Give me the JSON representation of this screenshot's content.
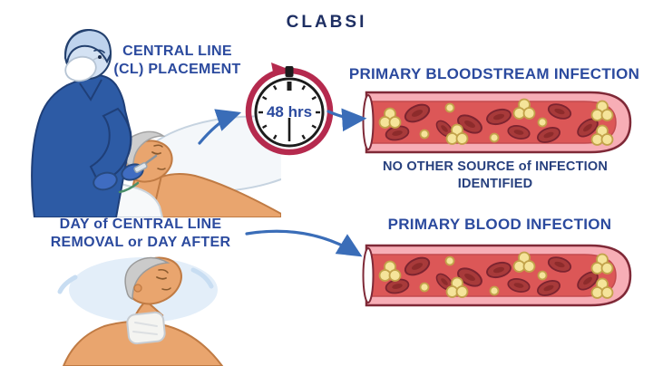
{
  "title": "CLABSI",
  "scene_top": {
    "label_line1": "CENTRAL LINE",
    "label_line2": "(CL) PLACEMENT",
    "illustration_icon": "clinician-placing-central-line-in-patient-neck"
  },
  "clock": {
    "label": "48 hrs"
  },
  "primary_bloodstream": {
    "heading": "PRIMARY BLOODSTREAM INFECTION",
    "caption_line1": "NO OTHER SOURCE of INFECTION",
    "caption_line2": "IDENTIFIED"
  },
  "scene_bottom": {
    "label_line1": "DAY of CENTRAL LINE",
    "label_line2": "REMOVAL or DAY AFTER",
    "illustration_icon": "patient-with-chest-dressing-after-line-removal"
  },
  "primary_blood": {
    "heading": "PRIMARY BLOOD INFECTION"
  },
  "palette": {
    "title_navy": "#1e2f63",
    "label_blue": "#2b4a9e",
    "caption_blue": "#27407e",
    "arrow_blue": "#3a6db8",
    "clock_ring_red": "#b52a4e",
    "vessel_wall_pink": "#f7aeb6",
    "vessel_outline_maroon": "#7f2937",
    "lumen_red": "#dc5757",
    "red_blood_cell": "#a83a3a",
    "bacteria_yellow": "#f5e49a",
    "scrubs_blue": "#2d5ba5",
    "skin_tan": "#e9a56e"
  }
}
